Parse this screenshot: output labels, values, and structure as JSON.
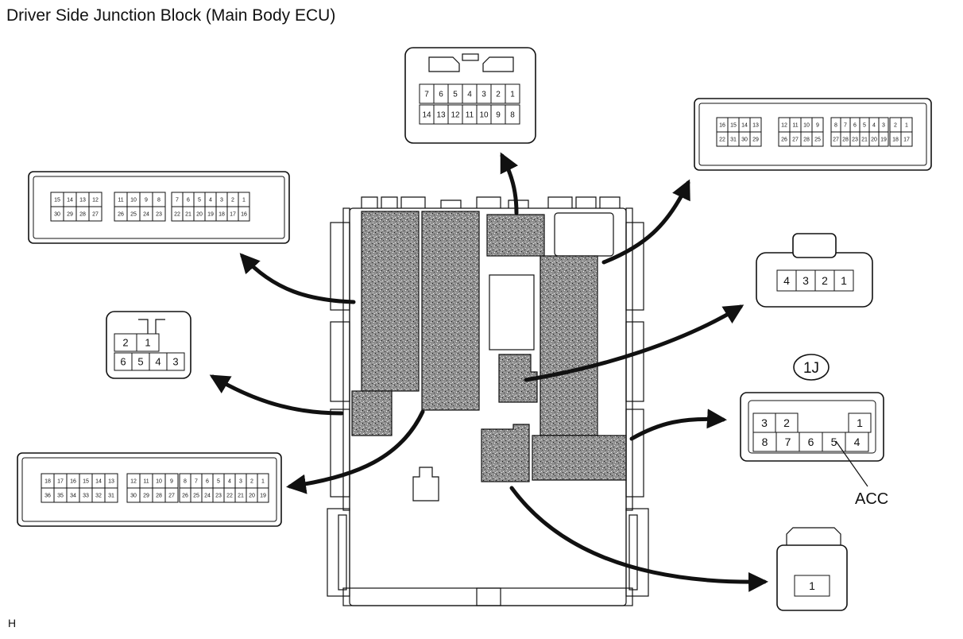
{
  "title": "Driver Side Junction Block (Main Body ECU)",
  "footer_code": "H",
  "connector_1j_label": "1J",
  "callout_label": "ACC",
  "connectors": {
    "top_center": {
      "row1": [
        "7",
        "6",
        "5",
        "4",
        "3",
        "2",
        "1"
      ],
      "row2": [
        "14",
        "13",
        "12",
        "11",
        "10",
        "9",
        "8"
      ]
    },
    "top_right": {
      "group1_row1": [
        "16",
        "15",
        "14",
        "13"
      ],
      "group1_row2": [
        "22",
        "31",
        "30",
        "29"
      ],
      "group2_row1": [
        "12",
        "11",
        "10",
        "9"
      ],
      "group2_row2": [
        "26",
        "27",
        "28",
        "25"
      ],
      "group3_row1": [
        "8",
        "7",
        "6",
        "5",
        "4",
        "3"
      ],
      "group3_row2": [
        "27",
        "28",
        "23",
        "21",
        "20",
        "19"
      ],
      "group4_row1": [
        "2",
        "1"
      ],
      "group4_row2": [
        "18",
        "17"
      ]
    },
    "left_upper": {
      "group1_row1": [
        "15",
        "14",
        "13",
        "12"
      ],
      "group1_row2": [
        "30",
        "29",
        "28",
        "27"
      ],
      "group2_row1": [
        "11",
        "10",
        "9",
        "8"
      ],
      "group2_row2": [
        "26",
        "25",
        "24",
        "23"
      ],
      "group3_row1": [
        "7",
        "6",
        "5",
        "4",
        "3",
        "2",
        "1"
      ],
      "group3_row2": [
        "22",
        "21",
        "20",
        "19",
        "18",
        "17",
        "16"
      ]
    },
    "left_small": {
      "row1": [
        "2",
        "1"
      ],
      "row2": [
        "6",
        "5",
        "4",
        "3"
      ]
    },
    "left_lower": {
      "group1_row1": [
        "18",
        "17",
        "16",
        "15",
        "14",
        "13"
      ],
      "group1_row2": [
        "36",
        "35",
        "34",
        "33",
        "32",
        "31"
      ],
      "group2_row1": [
        "12",
        "11",
        "10",
        "9"
      ],
      "group2_row2": [
        "30",
        "29",
        "28",
        "27"
      ],
      "group3_row1": [
        "8",
        "7",
        "6",
        "5",
        "4",
        "3",
        "2",
        "1"
      ],
      "group3_row2": [
        "26",
        "25",
        "24",
        "23",
        "22",
        "21",
        "20",
        "19"
      ]
    },
    "right_4pin": [
      "4",
      "3",
      "2",
      "1"
    ],
    "connector_1j": {
      "row1_left": [
        "3",
        "2"
      ],
      "row1_right": [
        "1"
      ],
      "row2": [
        "8",
        "7",
        "6",
        "5",
        "4"
      ]
    },
    "bottom_right": [
      "1"
    ]
  }
}
